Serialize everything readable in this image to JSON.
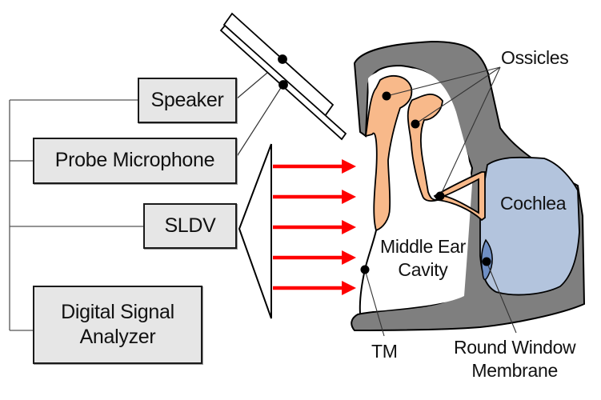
{
  "diagram": {
    "title": "SLDV middle ear measurement setup",
    "instruments": [
      {
        "id": "speaker",
        "label": "Speaker"
      },
      {
        "id": "probe-microphone",
        "label": "Probe Microphone"
      },
      {
        "id": "sldv",
        "label": "SLDV"
      },
      {
        "id": "digital-signal-analyzer",
        "label": "Digital Signal Analyzer",
        "lines": [
          "Digital Signal",
          "Analyzer"
        ]
      }
    ],
    "anatomy_labels": {
      "ossicles": "Ossicles",
      "cochlea": "Cochlea",
      "middle_ear": [
        "Middle Ear",
        "Cavity"
      ],
      "tm": "TM",
      "round_window": [
        "Round Window",
        "Membrane"
      ]
    },
    "laser_beam_count": 5,
    "colors": {
      "instrument_box_fill": "#e6e6e6",
      "bone_fill": "#7f7f7f",
      "ossicle_fill": "#f8b98a",
      "cochlea_fill": "#b3c4dd",
      "round_window_fill": "#6f8fc4",
      "laser": "#ff0000",
      "outline": "#000000"
    }
  }
}
